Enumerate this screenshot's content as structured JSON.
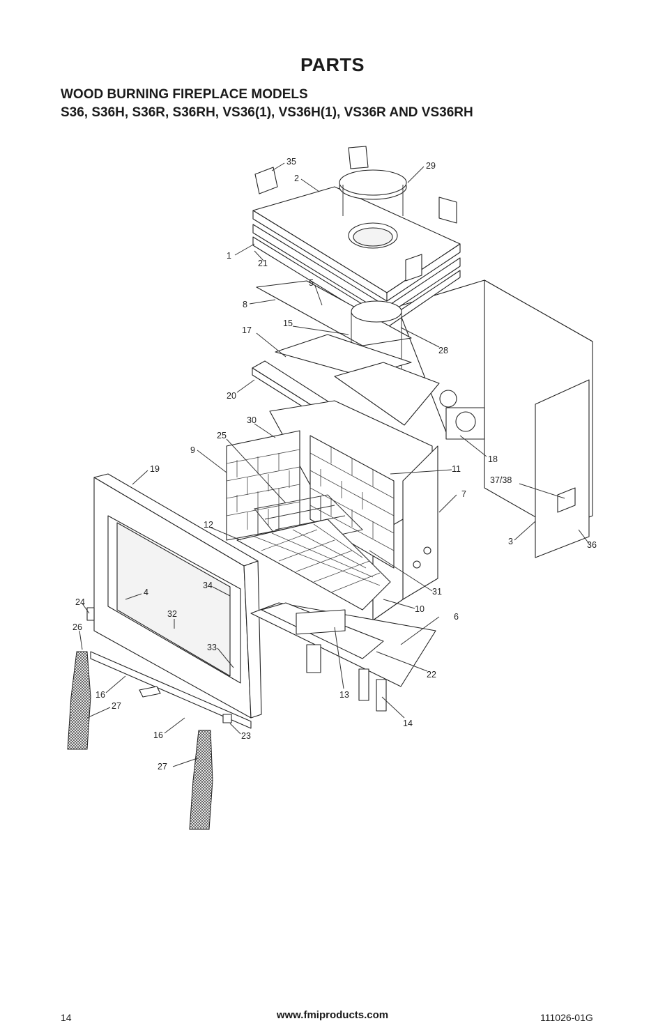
{
  "header": {
    "title": "PARTS",
    "subtitle_line1": "WOOD BURNING FIREPLACE MODELS",
    "subtitle_line2": "S36, S36H, S36R, S36RH, VS36(1), VS36H(1), VS36R AND VS36RH"
  },
  "footer": {
    "page_number": "14",
    "website": "www.fmiproducts.com",
    "doc_number": "111026-01G"
  },
  "callouts": {
    "c35": "35",
    "c2": "2",
    "c29": "29",
    "c1": "1",
    "c21": "21",
    "c5": "5",
    "c8": "8",
    "c15": "15",
    "c17": "17",
    "c28": "28",
    "c20": "20",
    "c30": "30",
    "c25": "25",
    "c9": "9",
    "c19": "19",
    "c18": "18",
    "c11": "11",
    "c3738": "37/38",
    "c7": "7",
    "c12": "12",
    "c3": "3",
    "c36": "36",
    "c31": "31",
    "c34": "34",
    "c4": "4",
    "c24": "24",
    "c10": "10",
    "c6": "6",
    "c32": "32",
    "c26": "26",
    "c33": "33",
    "c22": "22",
    "c16a": "16",
    "c13": "13",
    "c27a": "27",
    "c14": "14",
    "c16b": "16",
    "c23": "23",
    "c27b": "27"
  }
}
